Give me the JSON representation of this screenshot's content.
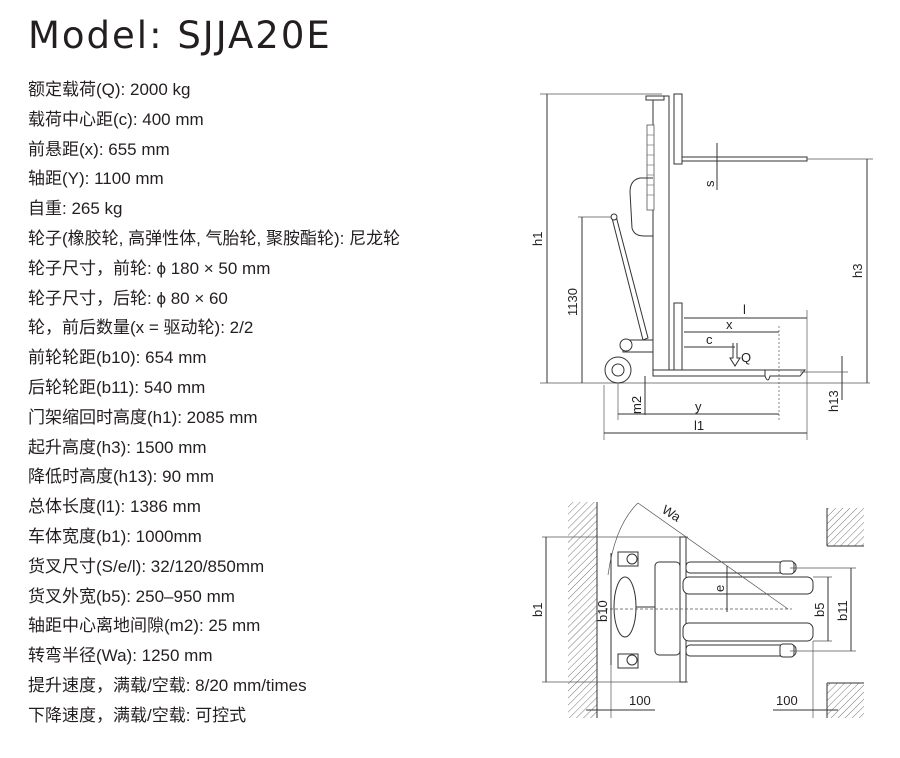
{
  "title": "Model: SJJA20E",
  "specs": [
    "额定载荷(Q): 2000 kg",
    "载荷中心距(c): 400 mm",
    "前悬距(x): 655 mm",
    "轴距(Y): 1100 mm",
    "自重: 265 kg",
    "轮子(橡胶轮, 高弹性体, 气胎轮, 聚胺酯轮): 尼龙轮",
    "轮子尺寸，前轮: ϕ 180 × 50 mm",
    "轮子尺寸，后轮: ϕ 80 × 60",
    "轮，前后数量(x = 驱动轮): 2/2",
    "前轮轮距(b10): 654 mm",
    "后轮轮距(b11): 540 mm",
    "门架缩回时高度(h1): 2085 mm",
    "起升高度(h3): 1500 mm",
    "降低时高度(h13): 90 mm",
    "总体长度(l1): 1386 mm",
    "车体宽度(b1): 1000mm",
    "货叉尺寸(S/e/l): 32/120/850mm",
    "货叉外宽(b5): 250–950 mm",
    "轴距中心离地间隙(m2): 25 mm",
    "转弯半径(Wa): 1250 mm",
    "提升速度，满载/空载: 8/20 mm/times",
    "下降速度，满载/空载: 可控式"
  ],
  "side_view": {
    "h1": "h1",
    "d1130": "1130",
    "s": "s",
    "h3": "h3",
    "l": "l",
    "x": "x",
    "c": "c",
    "Q": "Q",
    "h13": "h13",
    "m2": "m2",
    "y": "y",
    "l1": "l1"
  },
  "top_view": {
    "Wa": "Wa",
    "b1": "b1",
    "b10": "b10",
    "e": "e",
    "b5": "b5",
    "b11": "b11",
    "clear_left": "100",
    "clear_right": "100"
  }
}
